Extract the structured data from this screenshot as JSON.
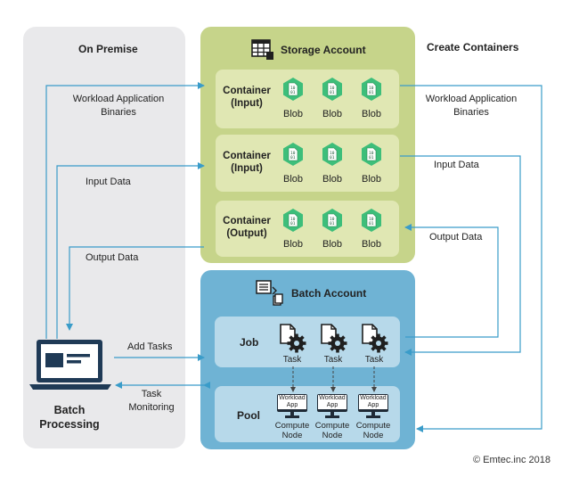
{
  "on_premise": {
    "title": "On Premise",
    "batch_label_line1": "Batch",
    "batch_label_line2": "Processing",
    "arrows": {
      "workload_line1": "Workload Application",
      "workload_line2": "Binaries",
      "input_data": "Input Data",
      "output_data": "Output Data",
      "add_tasks": "Add Tasks",
      "task_monitoring_line1": "Task",
      "task_monitoring_line2": "Monitoring"
    }
  },
  "storage_account": {
    "title": "Storage Account",
    "containers": [
      {
        "line1": "Container",
        "line2": "(Input)",
        "blobs": [
          "Blob",
          "Blob",
          "Blob"
        ]
      },
      {
        "line1": "Container",
        "line2": "(Input)",
        "blobs": [
          "Blob",
          "Blob",
          "Blob"
        ]
      },
      {
        "line1": "Container",
        "line2": "(Output)",
        "blobs": [
          "Blob",
          "Blob",
          "Blob"
        ]
      }
    ]
  },
  "create_containers": {
    "title": "Create Containers",
    "workload_line1": "Workload Application",
    "workload_line2": "Binaries",
    "input_data": "Input Data",
    "output_data": "Output Data"
  },
  "batch_account": {
    "title": "Batch Account",
    "job": {
      "label": "Job",
      "tasks": [
        "Task",
        "Task",
        "Task"
      ]
    },
    "pool": {
      "label": "Pool",
      "nodes": [
        {
          "screen_line1": "Workload",
          "screen_line2": "App",
          "label_line1": "Compute",
          "label_line2": "Node"
        },
        {
          "screen_line1": "Workload",
          "screen_line2": "App",
          "label_line1": "Compute",
          "label_line2": "Node"
        },
        {
          "screen_line1": "Workload",
          "screen_line2": "App",
          "label_line1": "Compute",
          "label_line2": "Node"
        }
      ]
    }
  },
  "footer": {
    "copyright": "© Emtec.inc 2018"
  },
  "colors": {
    "premise_bg": "#e9e9eb",
    "storage_bg": "#c6d48a",
    "container_bg": "#e0e7b3",
    "batch_bg": "#6fb3d4",
    "row_bg": "#b7d9ea",
    "blob_green": "#3dbe7a",
    "arrow_blue": "#3a9cc9",
    "dark_navy": "#1f3a56"
  },
  "icons": [
    "storage-grid-icon",
    "batch-account-icon",
    "blob-icon",
    "task-gear-icon",
    "compute-node-monitor-icon",
    "laptop-icon"
  ]
}
